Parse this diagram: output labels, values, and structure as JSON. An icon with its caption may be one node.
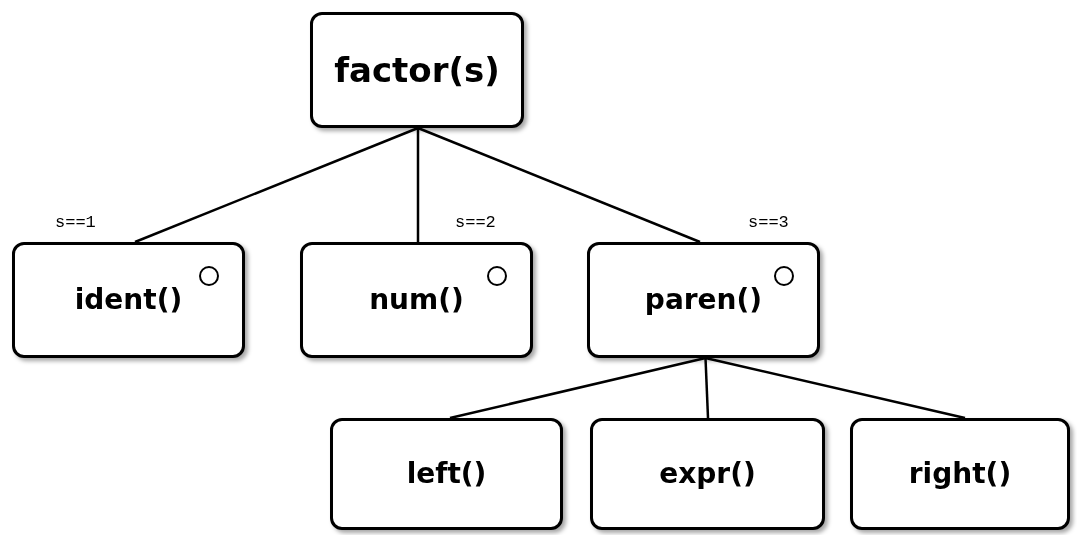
{
  "diagram": {
    "nodes": [
      {
        "text": [
          "factor(s)"
        ]
      },
      {
        "text": [
          "ident()"
        ]
      },
      {
        "text": [
          "num()"
        ]
      },
      {
        "text": [
          "paren()"
        ]
      },
      {
        "text": [
          "left()"
        ]
      },
      {
        "text": [
          "expr()"
        ]
      },
      {
        "text": [
          "right()"
        ]
      }
    ],
    "edges": [
      {
        "from": 0,
        "to": 1,
        "arrow": "none"
      },
      {
        "from": 0,
        "to": 2,
        "arrow": "none"
      },
      {
        "from": 0,
        "to": 3,
        "arrow": "none"
      },
      {
        "from": 3,
        "to": 4,
        "arrow": "none"
      },
      {
        "from": 3,
        "to": 5,
        "arrow": "none"
      },
      {
        "from": 3,
        "to": 6,
        "arrow": "none"
      }
    ],
    "labels": [
      "s==1",
      "s==2",
      "s==3"
    ]
  }
}
